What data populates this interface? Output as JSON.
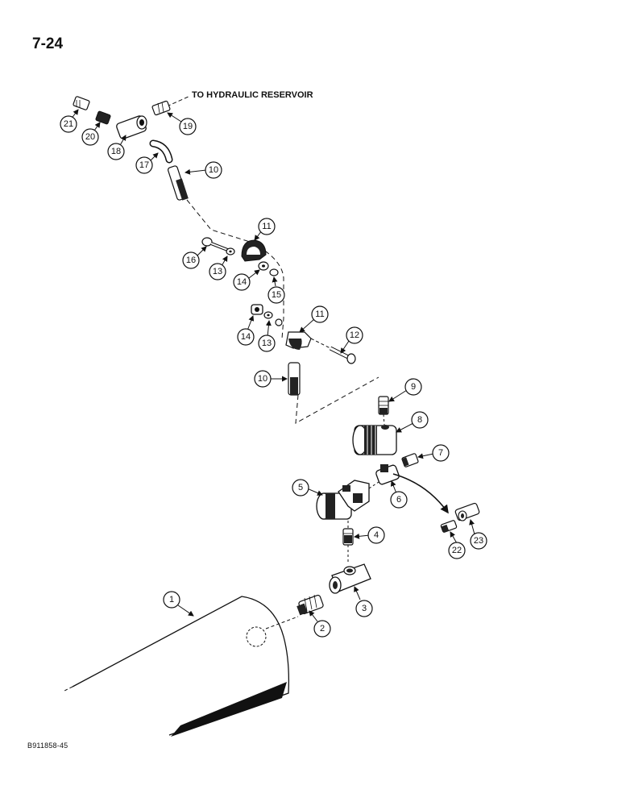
{
  "page_number": "7-24",
  "figure_code": "B911858-45",
  "labels": {
    "to_reservoir": "TO HYDRAULIC RESERVOIR"
  },
  "callouts": {
    "c1": "1",
    "c2": "2",
    "c3": "3",
    "c4": "4",
    "c5": "5",
    "c6": "6",
    "c7": "7",
    "c8": "8",
    "c9": "9",
    "c10a": "10",
    "c10b": "10",
    "c11a": "11",
    "c11b": "11",
    "c12": "12",
    "c13a": "13",
    "c13b": "13",
    "c14a": "14",
    "c14b": "14",
    "c15": "15",
    "c16": "16",
    "c17": "17",
    "c18": "18",
    "c19": "19",
    "c20": "20",
    "c21": "21",
    "c22": "22",
    "c23": "23"
  }
}
